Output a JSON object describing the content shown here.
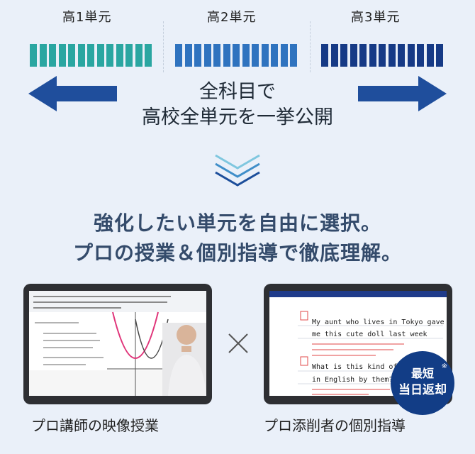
{
  "headings": {
    "unit1": "高1単元",
    "unit2": "高2単元",
    "unit3": "高3単元"
  },
  "center": {
    "line1": "全科目で",
    "line2": "高校全単元を一挙公開"
  },
  "lead": {
    "line1": "強化したい単元を自由に選択。",
    "line2": "プロの授業＆個別指導で徹底理解。"
  },
  "left_tablet": {
    "caption": "プロ講師の映像授業"
  },
  "right_tablet": {
    "caption": "プロ添削者の個別指導",
    "handwriting": [
      "My aunt who lives in Tokyo gave",
      "me this cute doll last week",
      "What is this kind of insect",
      "in English by them?"
    ]
  },
  "badge": {
    "line1": "最短",
    "line2": "当日返却",
    "mark": "※"
  },
  "colors": {
    "teal": "#2aa6a1",
    "blue": "#2f73bf",
    "navy": "#163a86",
    "arrow": "#1f4e9c",
    "lead": "#344b6b"
  }
}
